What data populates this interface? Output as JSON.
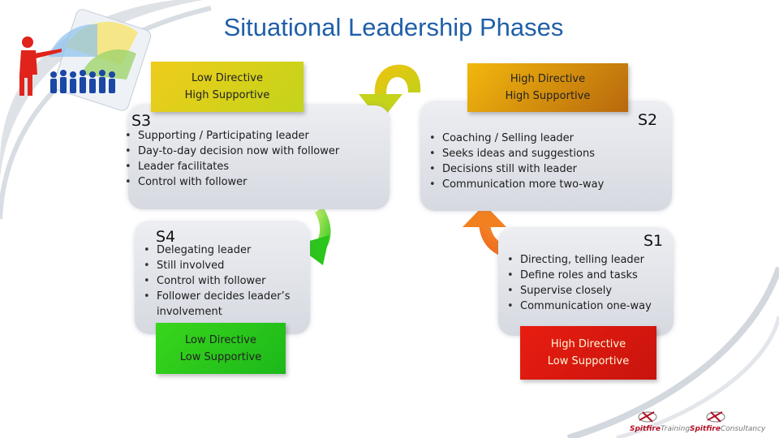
{
  "title": "Situational Leadership Phases",
  "colors": {
    "title": "#1f5fa8",
    "s1": "#dd1a10",
    "s2": "#d97a0c",
    "s3": "#cfd81c",
    "s4": "#2ec81a"
  },
  "s3": {
    "label": [
      "Low Directive",
      "High Supportive"
    ],
    "tag": "S3",
    "bullets": [
      "Supporting / Participating leader",
      "Day-to-day decision now with follower",
      "Leader facilitates",
      "Control with follower"
    ]
  },
  "s2": {
    "label": [
      "High Directive",
      "High Supportive"
    ],
    "tag": "S2",
    "bullets": [
      "Coaching / Selling leader",
      "Seeks ideas and suggestions",
      "Decisions still with leader",
      "Communication more two-way"
    ]
  },
  "s4": {
    "label": [
      "Low Directive",
      "Low Supportive"
    ],
    "tag": "S4",
    "bullets": [
      "Delegating leader",
      "Still involved",
      "Control with follower",
      "Follower decides leader’s involvement"
    ]
  },
  "s1": {
    "label": [
      "High Directive",
      "Low Supportive"
    ],
    "tag": "S1",
    "bullets": [
      "Directing, telling leader",
      "Define roles and tasks",
      "Supervise closely",
      "Communication one-way"
    ]
  },
  "logos": {
    "left": "Spitfire",
    "left_suffix": "Training",
    "right": "Spitfire",
    "right_suffix": "Consultancy"
  }
}
